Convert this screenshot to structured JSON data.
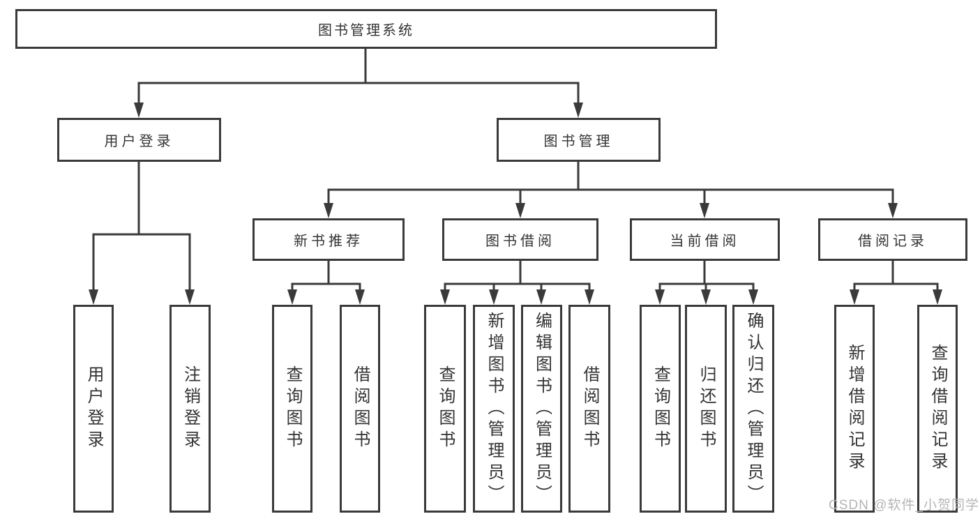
{
  "diagram": {
    "type": "hierarchy",
    "root": {
      "label": "图书管理系统",
      "children": [
        {
          "label": "用户登录",
          "children": [
            {
              "label": "用户登录"
            },
            {
              "label": "注销登录"
            }
          ]
        },
        {
          "label": "图书管理",
          "children": [
            {
              "label": "新书推荐",
              "children": [
                {
                  "label": "查询图书"
                },
                {
                  "label": "借阅图书"
                }
              ]
            },
            {
              "label": "图书借阅",
              "children": [
                {
                  "label": "查询图书"
                },
                {
                  "label": "新增图书（管理员）"
                },
                {
                  "label": "编辑图书（管理员）"
                },
                {
                  "label": "借阅图书"
                }
              ]
            },
            {
              "label": "当前借阅",
              "children": [
                {
                  "label": "查询图书"
                },
                {
                  "label": "归还图书"
                },
                {
                  "label": "确认归还（管理员）"
                }
              ]
            },
            {
              "label": "借阅记录",
              "children": [
                {
                  "label": "新增借阅记录"
                },
                {
                  "label": "查询借阅记录"
                }
              ]
            }
          ]
        }
      ]
    },
    "colors": {
      "line": "#3a3a3a",
      "text": "#333333",
      "watermark": "#b5b5b5",
      "background": "#ffffff"
    },
    "watermark": "CSDN @软件_小贺同学"
  }
}
